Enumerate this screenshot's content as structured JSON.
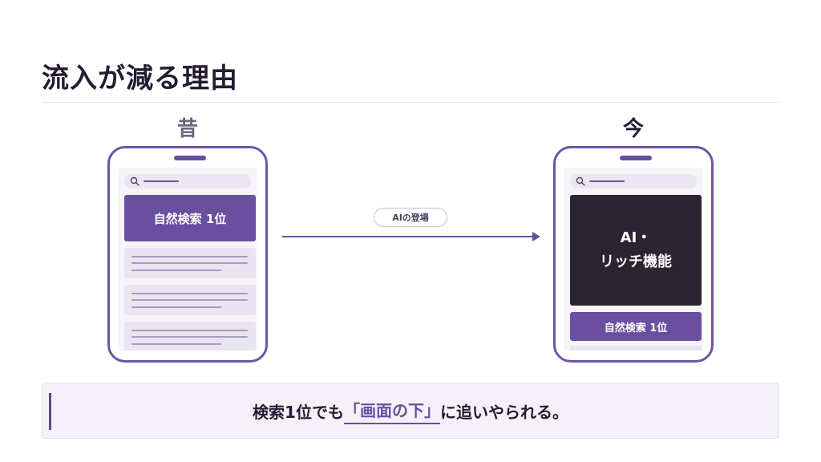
{
  "title": "流入が減る理由",
  "before": {
    "label": "昔",
    "rank_box": "自然検索 1位"
  },
  "after": {
    "label": "今",
    "ai_box_line1": "AI・",
    "ai_box_line2": "リッチ機能",
    "rank_box": "自然検索 1位"
  },
  "transition": {
    "label": "AIの登場"
  },
  "message": {
    "prefix": "検索1位でも",
    "highlight": "「画面の下」",
    "suffix": "に追いやられる。"
  },
  "colors": {
    "accent": "#6a4fa0",
    "dark_block": "#2b2532",
    "phone_border": "#6f54a3"
  },
  "icons": [
    "search-icon",
    "arrow-right-icon"
  ]
}
